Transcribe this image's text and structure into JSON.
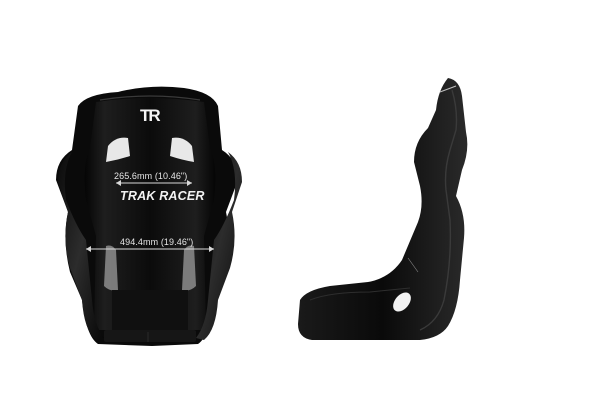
{
  "product": {
    "logo_text": "TR",
    "brand_text": "TRAK RACER",
    "dimensions": {
      "upper_width": "265.6mm (10.46\")",
      "lower_width": "494.4mm (19.46\")"
    },
    "colors": {
      "seat": "#0c0c0c",
      "highlight": "#3a3a3a",
      "dimension_line": "#d9d9d9",
      "background": "#ffffff"
    }
  }
}
